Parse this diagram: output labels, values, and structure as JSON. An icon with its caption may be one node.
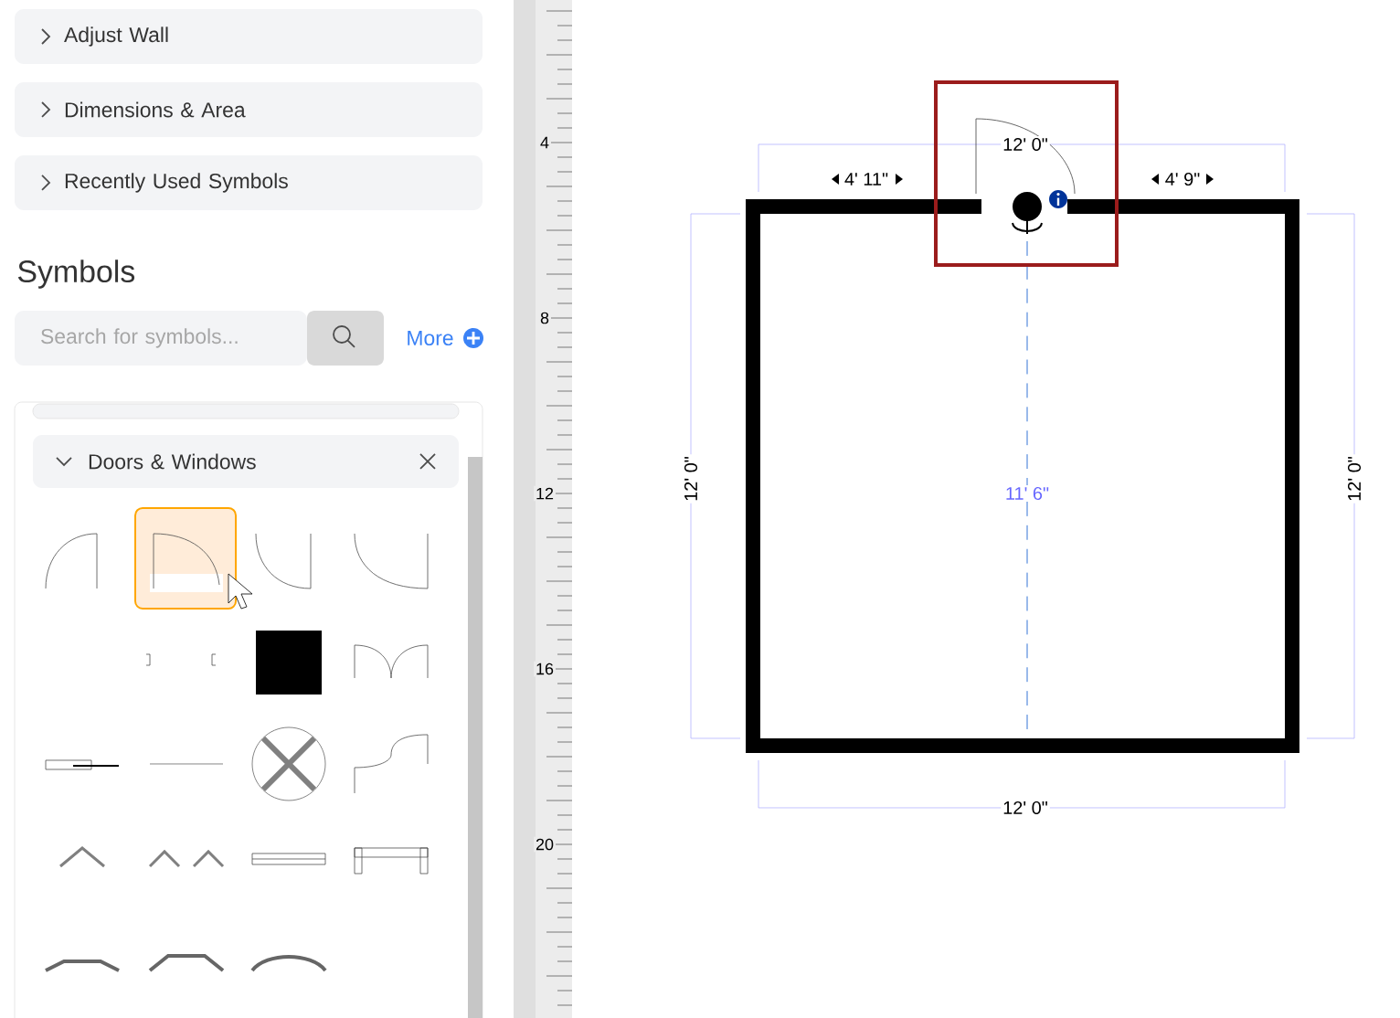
{
  "diagram": {
    "nodes": [
      {
        "text": [
          "Adjust Wall"
        ]
      },
      {
        "text": [
          "Dimensions & Area"
        ]
      },
      {
        "text": [
          "Recently Used Symbols"
        ]
      },
      {
        "text": [
          "Search for symbols..."
        ]
      },
      {
        "text": [
          "Doors & Windows"
        ]
      }
    ],
    "labels": [
      "Symbols",
      "More",
      "4",
      "8",
      "12",
      "16",
      "20",
      "12' 0\"",
      "4' 11\"",
      "4' 9\"",
      "12' 0\"",
      "12' 0\"",
      "11' 6\"",
      "12' 0\""
    ]
  }
}
